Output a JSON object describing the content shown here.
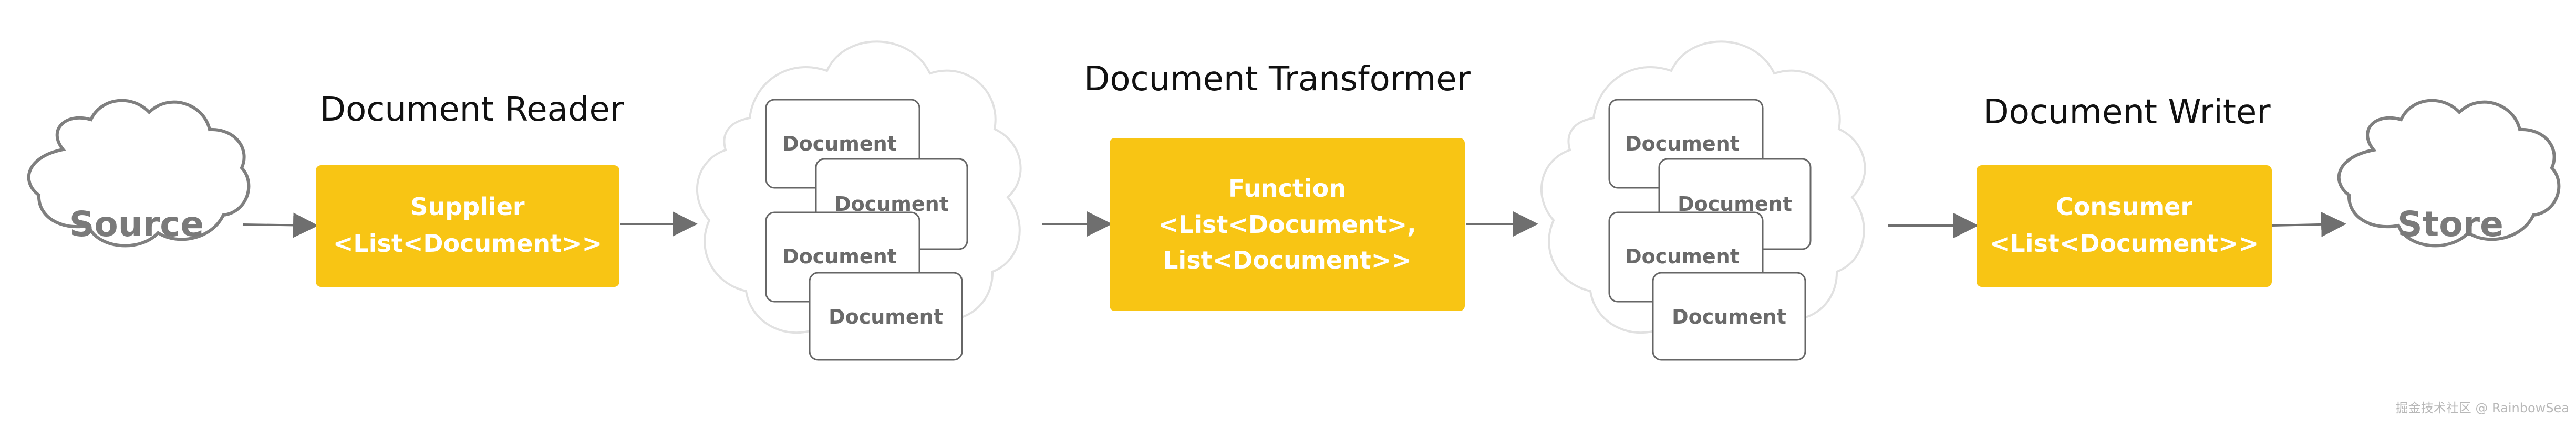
{
  "colors": {
    "accent": "#F8C514",
    "cloud_stroke_dark": "#7f7f7f",
    "cloud_stroke_light": "#e1e1e1",
    "doc_stroke": "#666666",
    "arrow": "#6f6f6f"
  },
  "left_cloud": {
    "label": "Source"
  },
  "right_cloud": {
    "label": "Store"
  },
  "reader": {
    "heading": "Document Reader",
    "line1": "Supplier",
    "line2": "<List<Document>>"
  },
  "transformer": {
    "heading": "Document Transformer",
    "line1": "Function",
    "line2": "<List<Document>,",
    "line3": "List<Document>>"
  },
  "writer": {
    "heading": "Document Writer",
    "line1": "Consumer",
    "line2": "<List<Document>>"
  },
  "input_docs": [
    "Document",
    "Document",
    "Document",
    "Document"
  ],
  "output_docs": [
    "Document",
    "Document",
    "Document",
    "Document"
  ],
  "watermark": "掘金技术社区 @ RainbowSea"
}
